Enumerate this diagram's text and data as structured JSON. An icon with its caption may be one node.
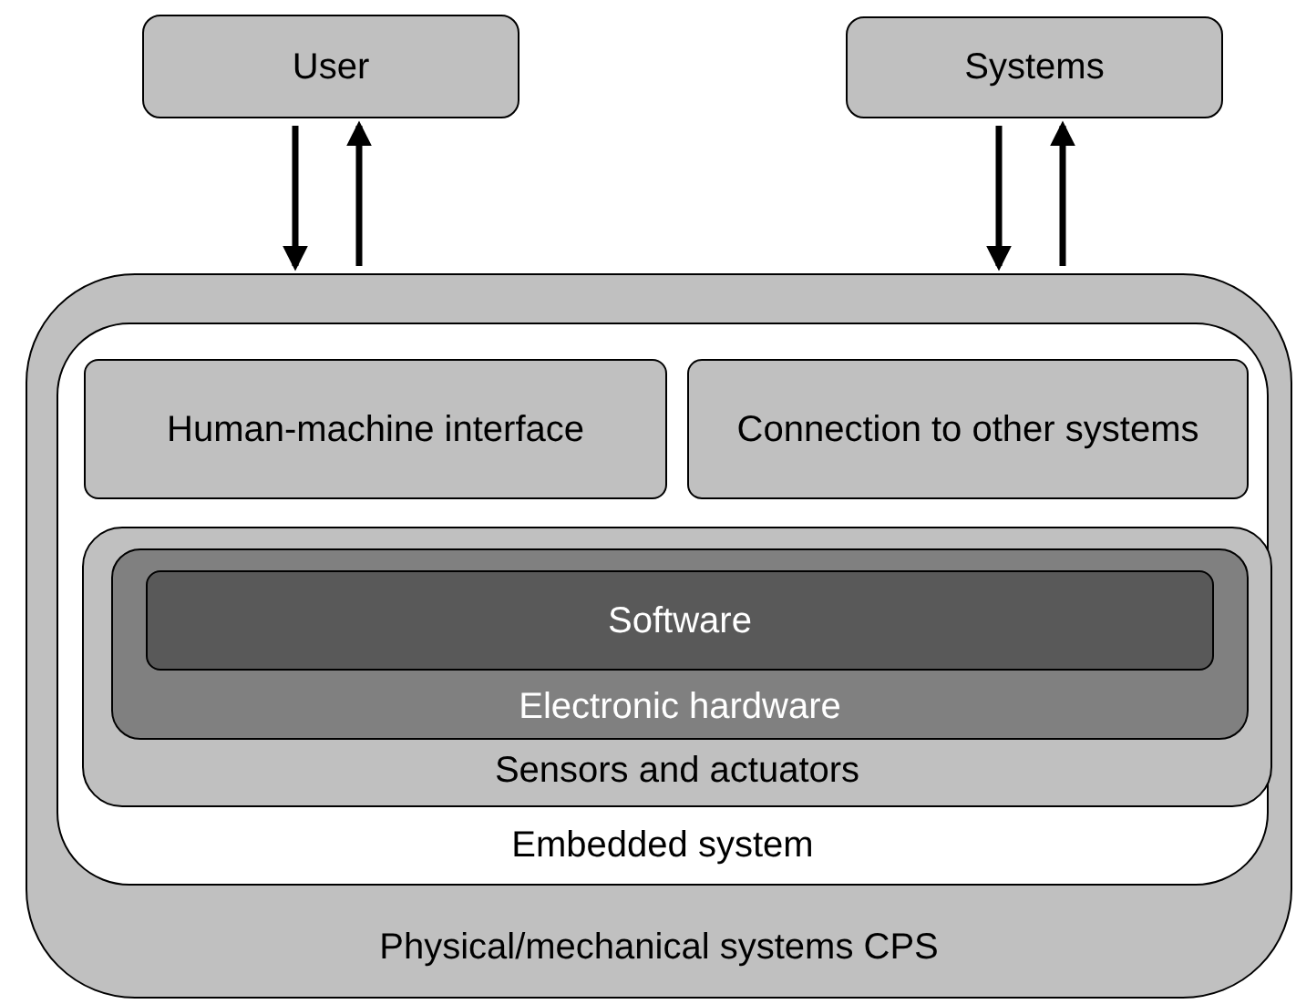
{
  "diagram": {
    "nodes": [
      {
        "text": [
          "User"
        ]
      },
      {
        "text": [
          "Systems"
        ]
      },
      {
        "text": [
          "Physical/mechanical systems CPS"
        ]
      },
      {
        "text": [
          "Embedded system"
        ],
        "in": 2
      },
      {
        "text": [
          "Human-machine interface"
        ],
        "in": 3
      },
      {
        "text": [
          "Connection to other systems"
        ],
        "in": 3
      },
      {
        "text": [
          "Sensors and actuators"
        ],
        "in": 3
      },
      {
        "text": [
          "Electronic hardware"
        ],
        "in": 6
      },
      {
        "text": [
          "Software"
        ],
        "in": 7
      }
    ],
    "edges": [
      {
        "from": 0,
        "to": 2,
        "arrow": "to"
      },
      {
        "from": 2,
        "to": 0,
        "arrow": "to"
      },
      {
        "from": 1,
        "to": 2,
        "arrow": "to"
      },
      {
        "from": 2,
        "to": 1,
        "arrow": "to"
      }
    ]
  }
}
